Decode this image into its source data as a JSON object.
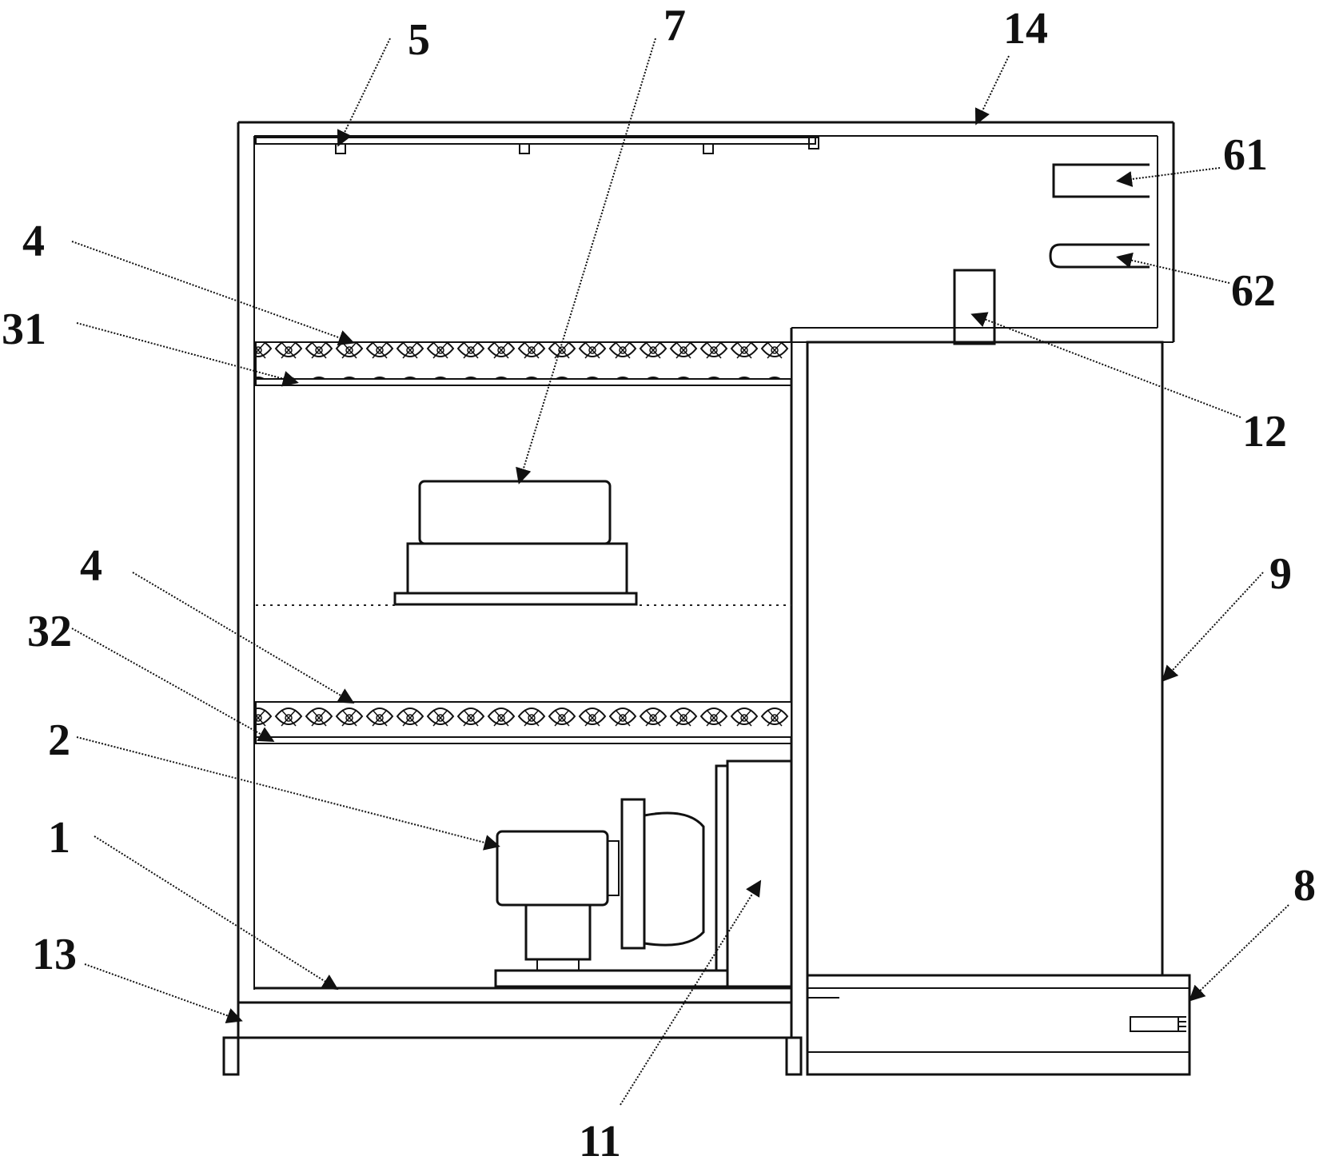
{
  "labels": {
    "l5": "5",
    "l7": "7",
    "l14": "14",
    "l61": "61",
    "l62": "62",
    "l4a": "4",
    "l31": "31",
    "l12": "12",
    "l9": "9",
    "l4b": "4",
    "l32": "32",
    "l2": "2",
    "l1": "1",
    "l8": "8",
    "l13": "13",
    "l11": "11"
  }
}
